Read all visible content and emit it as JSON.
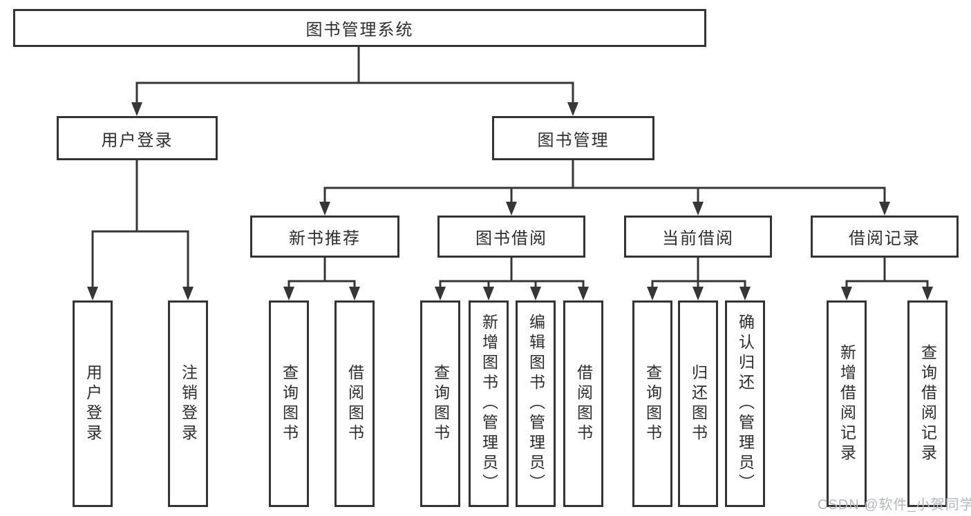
{
  "colors": {
    "line": "#363636",
    "node-border": "#333333",
    "text": "#2d2d2d",
    "watermark": "#b4b7bd",
    "background": "#ffffff"
  },
  "nodes": {
    "root": "图书管理系统",
    "l2": [
      "用户登录",
      "图书管理"
    ],
    "l3": [
      "新书推荐",
      "图书借阅",
      "当前借阅",
      "借阅记录"
    ],
    "leaves_login": [
      "用户登录",
      "注销登录"
    ],
    "leaves_recommend": [
      "查询图书",
      "借阅图书"
    ],
    "leaves_borrow": [
      "查询图书",
      "新增图书（管理员）",
      "编辑图书（管理员）",
      "借阅图书"
    ],
    "leaves_current": [
      "查询图书",
      "归还图书",
      "确认归还（管理员）"
    ],
    "leaves_records": [
      "新增借阅记录",
      "查询借阅记录"
    ]
  },
  "watermark": "CSDN @软件_小贺同学"
}
